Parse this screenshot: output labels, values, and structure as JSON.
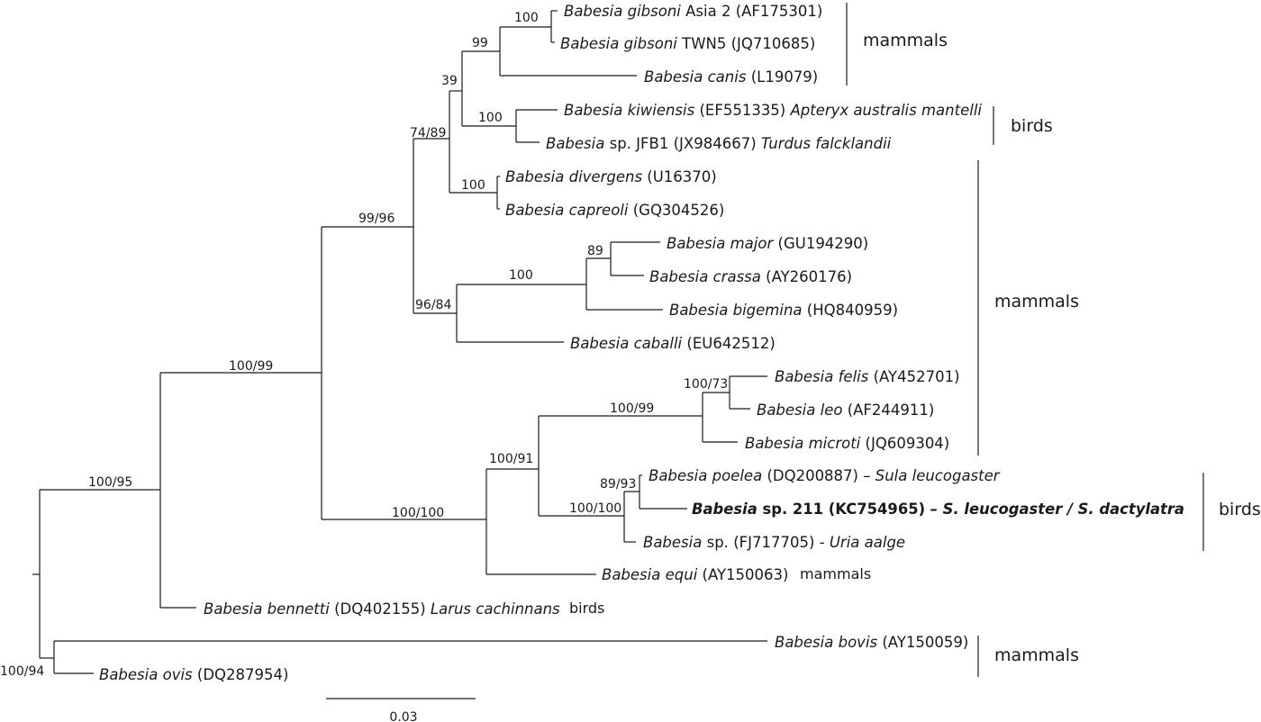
{
  "taxa": [
    {
      "genus": "Babesia",
      "species": "gibsoni",
      "strain": "Asia 2",
      "acc": "(AF175301)",
      "host": ""
    },
    {
      "genus": "Babesia",
      "species": "gibsoni",
      "strain": "TWN5",
      "acc": "(JQ710685)",
      "host": ""
    },
    {
      "genus": "Babesia",
      "species": "canis",
      "strain": "",
      "acc": "(L19079)",
      "host": ""
    },
    {
      "genus": "Babesia",
      "species": "kiwiensis",
      "strain": "",
      "acc": "(EF551335)",
      "host": "Apteryx australis mantelli"
    },
    {
      "genus": "Babesia",
      "species": "",
      "strain": "sp. JFB1",
      "acc": "(JX984667)",
      "host": "Turdus falcklandii"
    },
    {
      "genus": "Babesia",
      "species": "divergens",
      "strain": "",
      "acc": "(U16370)",
      "host": ""
    },
    {
      "genus": "Babesia",
      "species": "capreoli",
      "strain": "",
      "acc": "(GQ304526)",
      "host": ""
    },
    {
      "genus": "Babesia",
      "species": "major",
      "strain": "",
      "acc": "(GU194290)",
      "host": ""
    },
    {
      "genus": "Babesia",
      "species": "crassa",
      "strain": "",
      "acc": "(AY260176)",
      "host": ""
    },
    {
      "genus": "Babesia",
      "species": "bigemina",
      "strain": "",
      "acc": "(HQ840959)",
      "host": ""
    },
    {
      "genus": "Babesia",
      "species": "caballi",
      "strain": "",
      "acc": "(EU642512)",
      "host": ""
    },
    {
      "genus": "Babesia",
      "species": "felis",
      "strain": "",
      "acc": "(AY452701)",
      "host": ""
    },
    {
      "genus": "Babesia",
      "species": "leo",
      "strain": "",
      "acc": "(AF244911)",
      "host": ""
    },
    {
      "genus": "Babesia",
      "species": "microti",
      "strain": "",
      "acc": "(JQ609304)",
      "host": ""
    },
    {
      "genus": "Babesia",
      "species": "poelea",
      "strain": "",
      "acc": "(DQ200887)",
      "host": "– Sula leucogaster"
    },
    {
      "genus": "Babesia",
      "species": "",
      "strain": "sp. 211",
      "acc": "(KC754965)",
      "host": "– S. leucogaster / S. dactylatra"
    },
    {
      "genus": "Babesia",
      "species": "",
      "strain": "sp.",
      "acc": "(FJ717705)",
      "host": "- Uria aalge"
    },
    {
      "genus": "Babesia",
      "species": "equi",
      "strain": "",
      "acc": "(AY150063)",
      "host": ""
    },
    {
      "genus": "Babesia",
      "species": "bennetti",
      "strain": "",
      "acc": "(DQ402155)",
      "host": "Larus cachinnans"
    },
    {
      "genus": "Babesia",
      "species": "bovis",
      "strain": "",
      "acc": "(AY150059)",
      "host": ""
    },
    {
      "genus": "Babesia",
      "species": "ovis",
      "strain": "",
      "acc": "(DQ287954)",
      "host": ""
    }
  ],
  "support_values": [
    "100",
    "99",
    "39",
    "100",
    "74/89",
    "100",
    "99/96",
    "89",
    "100",
    "96/84",
    "100/99",
    "100/73",
    "100/99",
    "100/91",
    "89/93",
    "100/100",
    "100/100",
    "100/95",
    "100/94"
  ],
  "host_groups": [
    "mammals",
    "birds",
    "mammals",
    "birds",
    "mammals",
    "birds",
    "mammals"
  ],
  "scale_bar": {
    "label": "0.03"
  }
}
